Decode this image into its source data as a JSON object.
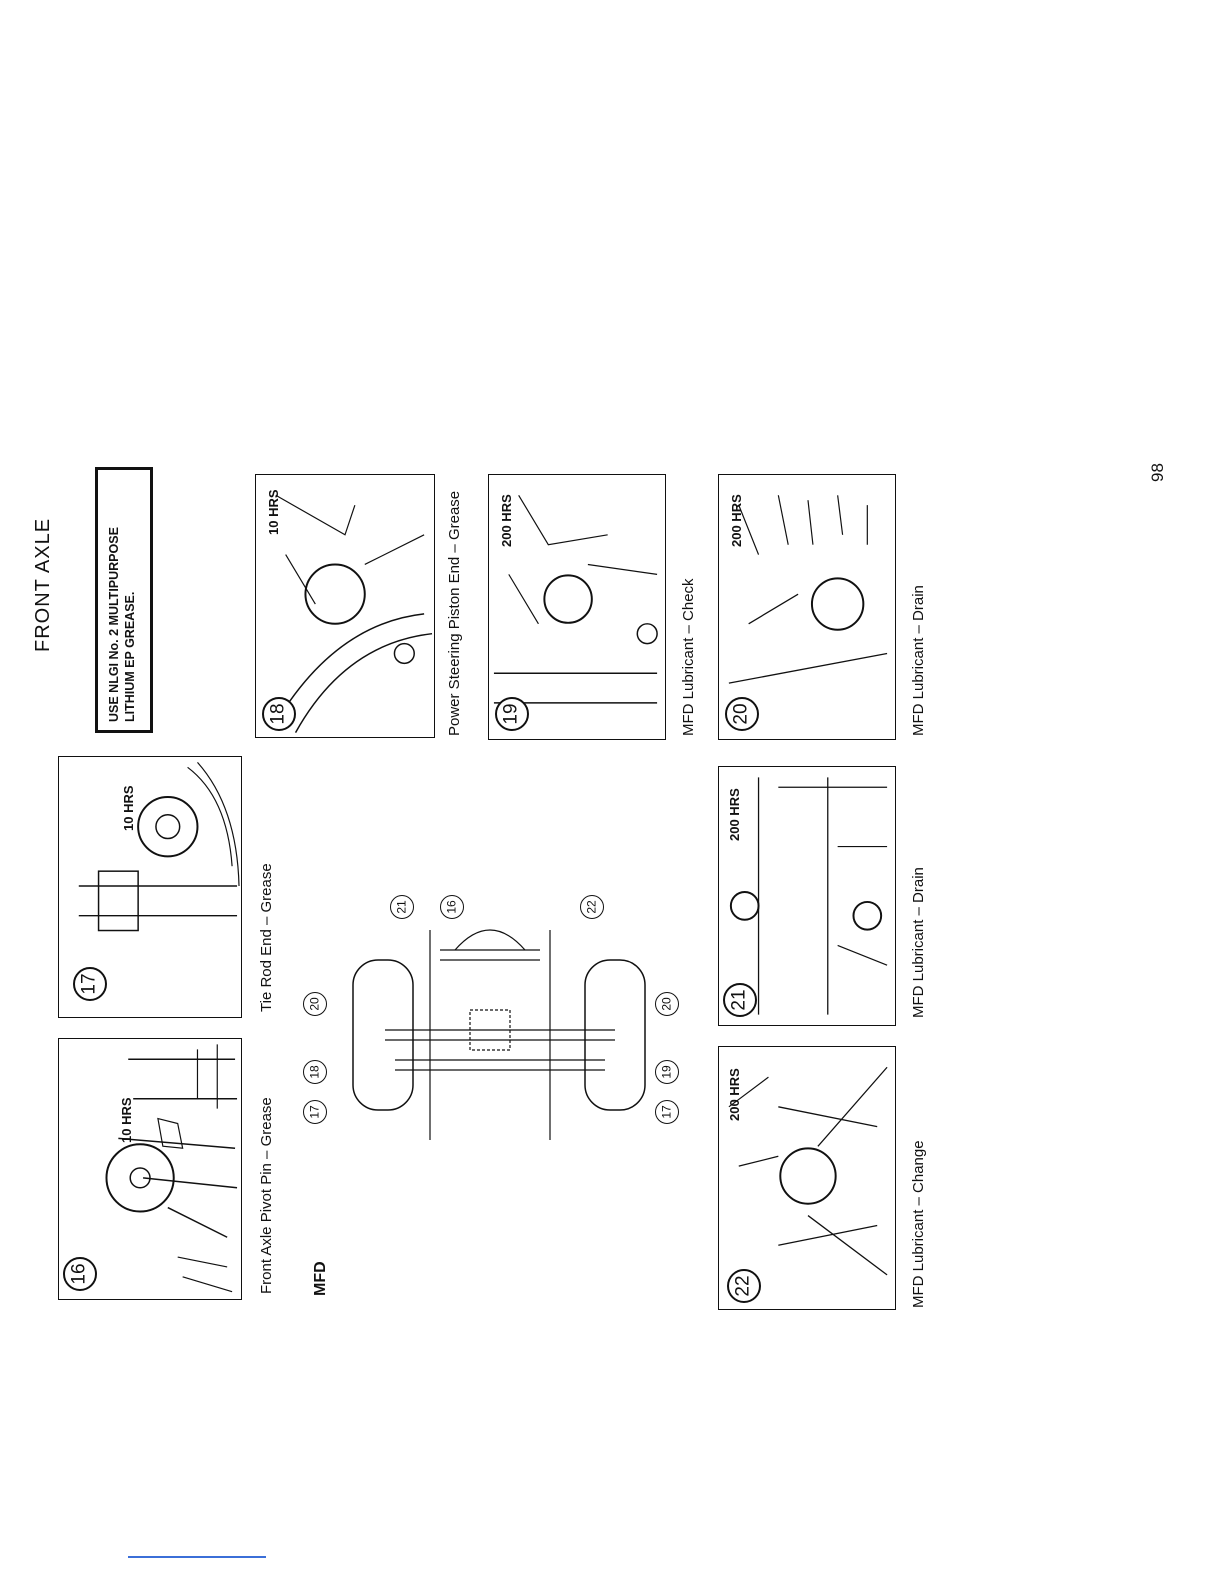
{
  "page": {
    "title": "FRONT AXLE",
    "page_number": "98",
    "section_label": "MFD"
  },
  "notice": {
    "text": "USE NLGI No. 2 MULTIPURPOSE LITHIUM EP GREASE."
  },
  "panels": [
    {
      "number": "16",
      "interval": "10 HRS",
      "caption": "Front Axle Pivot Pin – Grease"
    },
    {
      "number": "17",
      "interval": "10 HRS",
      "caption": "Tie Rod End – Grease"
    },
    {
      "number": "18",
      "interval": "10 HRS",
      "caption": ""
    },
    {
      "number": "19",
      "interval": "200 HRS",
      "caption": "Power Steering Piston End – Grease"
    },
    {
      "number": "20",
      "interval": "200 HRS",
      "caption": "MFD Lubricant – Drain"
    },
    {
      "number": "21",
      "interval": "200 HRS",
      "caption": "MFD Lubricant – Drain"
    },
    {
      "number": "22",
      "interval": "200 HRS",
      "caption": "MFD Lubricant – Change"
    }
  ],
  "captions_extra": {
    "check_20": "MFD Lubricant – Check"
  },
  "diagram_callouts": [
    "21",
    "16",
    "22",
    "20",
    "20",
    "18",
    "17",
    "19",
    "17"
  ],
  "colors": {
    "ink": "#111111",
    "footer_line": "#3b6fd8"
  }
}
